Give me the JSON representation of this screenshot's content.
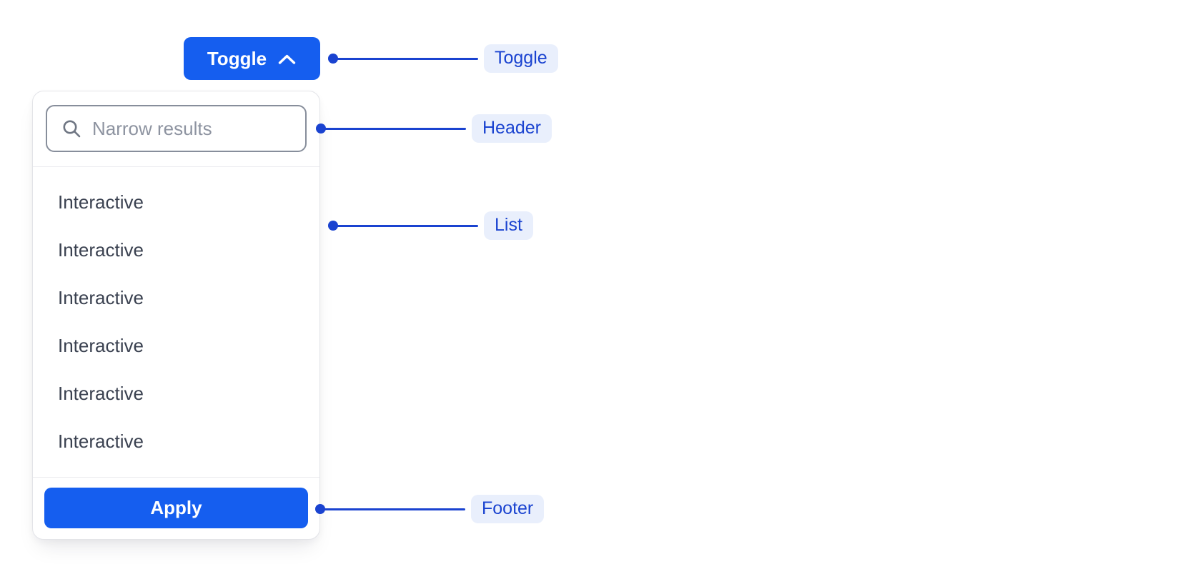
{
  "toggle_button": {
    "label": "Toggle"
  },
  "dropdown": {
    "search": {
      "placeholder": "Narrow results",
      "value": ""
    },
    "items": [
      "Interactive",
      "Interactive",
      "Interactive",
      "Interactive",
      "Interactive",
      "Interactive"
    ],
    "apply_label": "Apply"
  },
  "callouts": [
    {
      "label": "Toggle"
    },
    {
      "label": "Header"
    },
    {
      "label": "List"
    },
    {
      "label": "Footer"
    }
  ],
  "colors": {
    "primary_blue": "#155EEF",
    "annotation_blue": "#1A43D0",
    "annotation_pill_bg": "#E9EFFC",
    "item_text": "#3A4150",
    "placeholder_text": "#8D93A0"
  },
  "icons": {
    "toggle_button_icon": "chevron-up-icon",
    "search_field_icon": "search-icon"
  }
}
